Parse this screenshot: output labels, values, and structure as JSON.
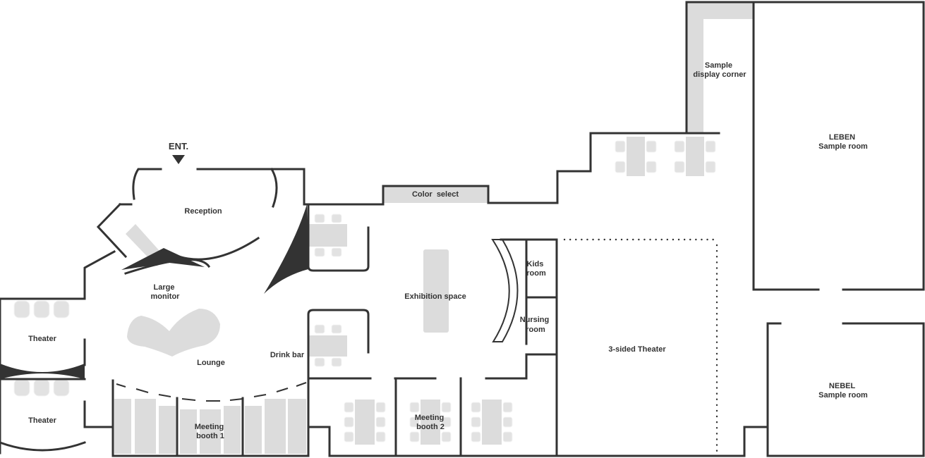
{
  "entrance": {
    "label": "ENT."
  },
  "rooms": {
    "reception": [
      "Reception"
    ],
    "large_monitor": [
      "Large",
      "monitor"
    ],
    "lounge": [
      "Lounge"
    ],
    "theater_top": [
      "Theater"
    ],
    "theater_bottom": [
      "Theater"
    ],
    "drink_bar": [
      "Drink bar"
    ],
    "color_select": [
      "Color  select"
    ],
    "exhibition_space": [
      "Exhibition space"
    ],
    "kids_room": [
      "Kids",
      "room"
    ],
    "nursing_room": [
      "Nursing",
      "room"
    ],
    "three_sided_theater": [
      "3-sided Theater"
    ],
    "sample_display_corner": [
      "Sample",
      "display corner"
    ],
    "leben_sample_room": [
      "LEBEN",
      "Sample room"
    ],
    "nebel_sample_room": [
      "NEBEL",
      "Sample room"
    ],
    "meeting_booth_1": [
      "Meeting",
      "booth 1"
    ],
    "meeting_booth_2": [
      "Meeting",
      "booth 2"
    ]
  },
  "colors": {
    "wall": "#333333",
    "furniture": "#dcdcdc",
    "background": "#ffffff"
  }
}
